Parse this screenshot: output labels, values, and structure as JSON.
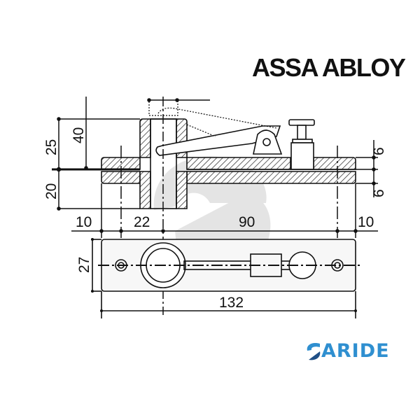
{
  "brand_logo": "ASSA ABLOY",
  "watermark_logo": "PARIDE",
  "dimensions": {
    "height_top": "25",
    "height_total_top": "40",
    "height_bottom": "20",
    "plate_top": "6",
    "plate_bottom": "6",
    "left_margin": "10",
    "bolt_offset": "22",
    "hole_spacing": "90",
    "right_margin": "10",
    "plate_width": "27",
    "plate_length": "132"
  },
  "colors": {
    "ink": "#111111",
    "paride_blue": "#2f8fd0",
    "paride_dark": "#1f4f86",
    "watermark": "#d8d8d8"
  }
}
